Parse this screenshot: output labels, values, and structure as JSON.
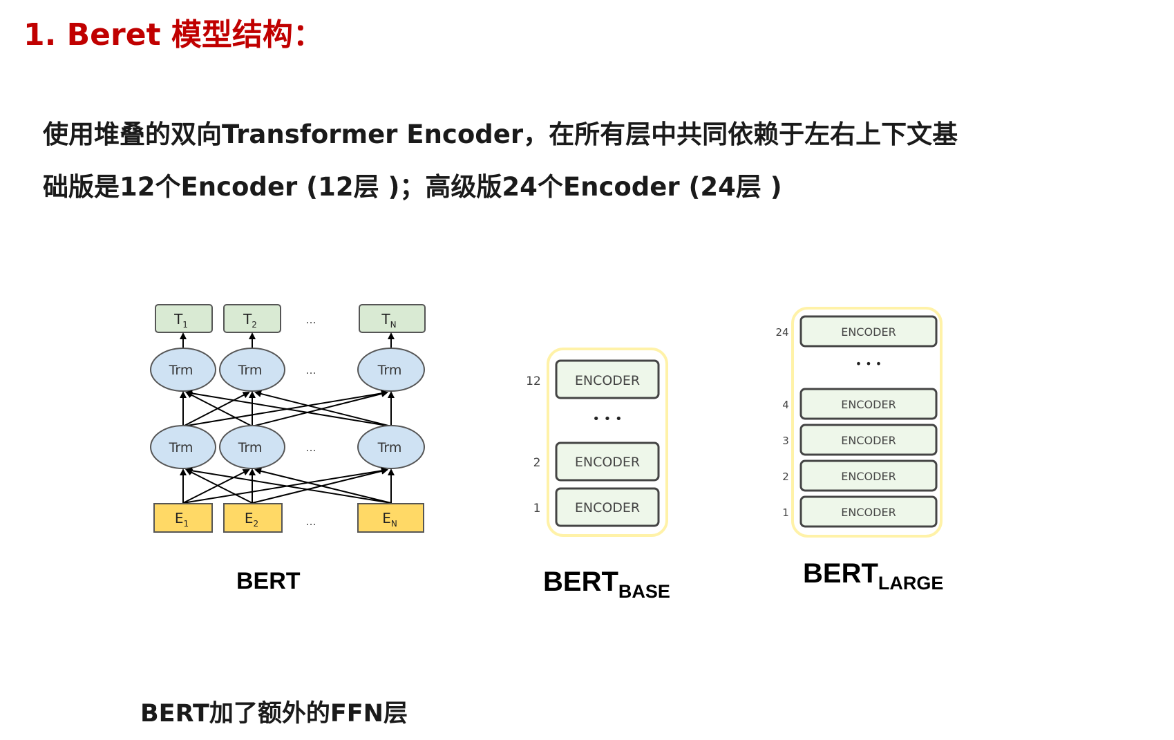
{
  "slide": {
    "title": "1. Beret 模型结构：",
    "paragraph_line1": "使用堆叠的双向Transformer Encoder，在所有层中共同依赖于左右上下文基",
    "paragraph_line2": "础版是12个Encoder (12层 )；高级版24个Encoder (24层 )",
    "footer_text": "BERT加了额外的FFN层"
  },
  "bert_diagram": {
    "output_tokens": [
      {
        "main": "T",
        "sub": "1"
      },
      {
        "main": "T",
        "sub": "2"
      },
      {
        "main": "T",
        "sub": "N"
      }
    ],
    "input_tokens": [
      {
        "main": "E",
        "sub": "1"
      },
      {
        "main": "E",
        "sub": "2"
      },
      {
        "main": "E",
        "sub": "N"
      }
    ],
    "trm_label": "Trm",
    "ellipsis": "...",
    "caption": "BERT",
    "colors": {
      "output_fill": "#d9ead3",
      "trm_fill": "#cfe2f3",
      "input_fill": "#ffd966"
    }
  },
  "bert_base": {
    "caption_main": "BERT",
    "caption_sub": "BASE",
    "layers": [
      {
        "index": "12",
        "label": "ENCODER"
      },
      {
        "index": "2",
        "label": "ENCODER"
      },
      {
        "index": "1",
        "label": "ENCODER"
      }
    ],
    "dots": "• • •"
  },
  "bert_large": {
    "caption_main": "BERT",
    "caption_sub": "LARGE",
    "layers": [
      {
        "index": "24",
        "label": "ENCODER"
      },
      {
        "index": "4",
        "label": "ENCODER"
      },
      {
        "index": "3",
        "label": "ENCODER"
      },
      {
        "index": "2",
        "label": "ENCODER"
      },
      {
        "index": "1",
        "label": "ENCODER"
      }
    ],
    "dots": "• • •"
  },
  "colors": {
    "title": "#c00000",
    "container_border": "#fff2a8",
    "encoder_fill": "#eef7ea",
    "encoder_border": "#444444"
  }
}
